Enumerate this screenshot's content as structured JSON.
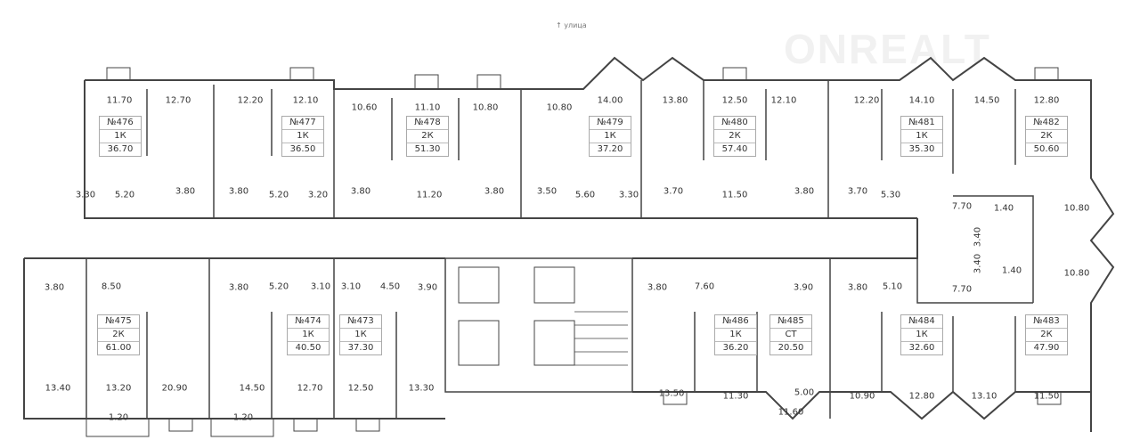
{
  "street_label": "↑ улица",
  "watermark": "ONREALT",
  "apartments": [
    {
      "number": "№476",
      "type": "1К",
      "area": "36.70"
    },
    {
      "number": "№477",
      "type": "1К",
      "area": "36.50"
    },
    {
      "number": "№478",
      "type": "2К",
      "area": "51.30"
    },
    {
      "number": "№479",
      "type": "1К",
      "area": "37.20"
    },
    {
      "number": "№480",
      "type": "2К",
      "area": "57.40"
    },
    {
      "number": "№481",
      "type": "1К",
      "area": "35.30"
    },
    {
      "number": "№482",
      "type": "2К",
      "area": "50.60"
    },
    {
      "number": "№475",
      "type": "2К",
      "area": "61.00"
    },
    {
      "number": "№474",
      "type": "1К",
      "area": "40.50"
    },
    {
      "number": "№473",
      "type": "1К",
      "area": "37.30"
    },
    {
      "number": "№486",
      "type": "1К",
      "area": "36.20"
    },
    {
      "number": "№485",
      "type": "СТ",
      "area": "20.50"
    },
    {
      "number": "№484",
      "type": "1К",
      "area": "32.60"
    },
    {
      "number": "№483",
      "type": "2К",
      "area": "47.90"
    }
  ],
  "room_areas": [
    "11.70",
    "12.70",
    "12.20",
    "12.10",
    "10.60",
    "11.10",
    "10.80",
    "10.80",
    "3.30",
    "5.20",
    "3.80",
    "3.80",
    "5.20",
    "3.20",
    "3.80",
    "11.20",
    "3.80",
    "3.50",
    "14.00",
    "13.80",
    "12.50",
    "12.10",
    "12.20",
    "14.10",
    "14.50",
    "12.80",
    "5.60",
    "3.30",
    "3.70",
    "11.50",
    "3.80",
    "3.70",
    "5.30",
    "7.70",
    "3.40",
    "1.40",
    "10.80",
    "3.40",
    "1.40",
    "10.80",
    "7.70",
    "3.80",
    "8.50",
    "3.80",
    "5.20",
    "3.10",
    "3.10",
    "4.50",
    "3.90",
    "13.40",
    "13.20",
    "20.90",
    "14.50",
    "12.70",
    "12.50",
    "13.30",
    "1.20",
    "1.20",
    "3.80",
    "7.60",
    "3.90",
    "3.80",
    "5.10",
    "13.50",
    "11.30",
    "5.00",
    "10.90",
    "12.80",
    "13.10",
    "11.50",
    "11.60"
  ]
}
